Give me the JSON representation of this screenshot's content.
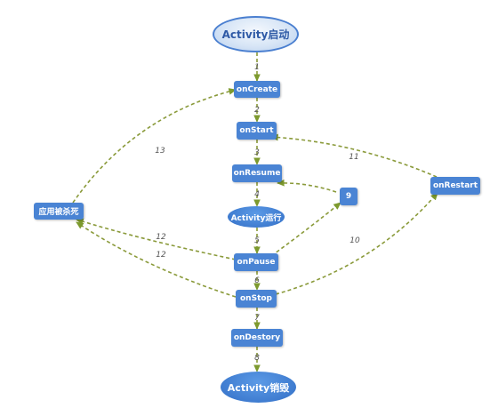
{
  "diagram": {
    "colors": {
      "node_fill": "#4a84d4",
      "edge": "#8a9a3a",
      "label": "#555555"
    },
    "nodes": {
      "start": "Activity启动",
      "oncreate": "onCreate",
      "onstart": "onStart",
      "onresume": "onResume",
      "running": "Activity运行",
      "onpause": "onPause",
      "onstop": "onStop",
      "ondestory": "onDestory",
      "destroyed": "Activity销毁",
      "killed": "应用被杀死",
      "onrestart": "onRestart",
      "nine": "9"
    },
    "edge_labels": {
      "e1": "1",
      "e2": "2",
      "e3": "3",
      "e4": "4",
      "e5": "5",
      "e6": "6",
      "e7": "7",
      "e8": "8",
      "e10": "10",
      "e11": "11",
      "e12a": "12",
      "e12b": "12",
      "e13": "13"
    },
    "edges": [
      {
        "from": "start",
        "to": "oncreate",
        "label": "1"
      },
      {
        "from": "oncreate",
        "to": "onstart",
        "label": "2"
      },
      {
        "from": "onstart",
        "to": "onresume",
        "label": "3"
      },
      {
        "from": "onresume",
        "to": "running",
        "label": "4"
      },
      {
        "from": "running",
        "to": "onpause",
        "label": "5"
      },
      {
        "from": "onpause",
        "to": "onstop",
        "label": "6"
      },
      {
        "from": "onstop",
        "to": "ondestory",
        "label": "7"
      },
      {
        "from": "ondestory",
        "to": "destroyed",
        "label": "8"
      },
      {
        "from": "onpause",
        "to": "nine"
      },
      {
        "from": "nine",
        "to": "onresume"
      },
      {
        "from": "onstop",
        "to": "onrestart",
        "label": "10"
      },
      {
        "from": "onrestart",
        "to": "onstart",
        "label": "11"
      },
      {
        "from": "onpause",
        "to": "killed",
        "label": "12"
      },
      {
        "from": "onstop",
        "to": "killed",
        "label": "12"
      },
      {
        "from": "killed",
        "to": "oncreate",
        "label": "13"
      }
    ]
  }
}
